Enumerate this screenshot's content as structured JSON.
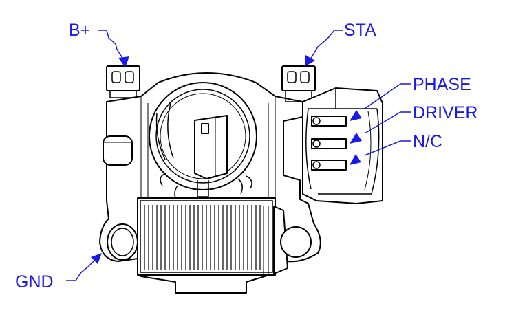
{
  "colors": {
    "callout": "#1a1ae6",
    "outline": "#000000",
    "background": "#ffffff"
  },
  "labels": {
    "b_plus": "B+",
    "sta": "STA",
    "phase": "PHASE",
    "driver": "DRIVER",
    "nc": "N/C",
    "gnd": "GND"
  }
}
